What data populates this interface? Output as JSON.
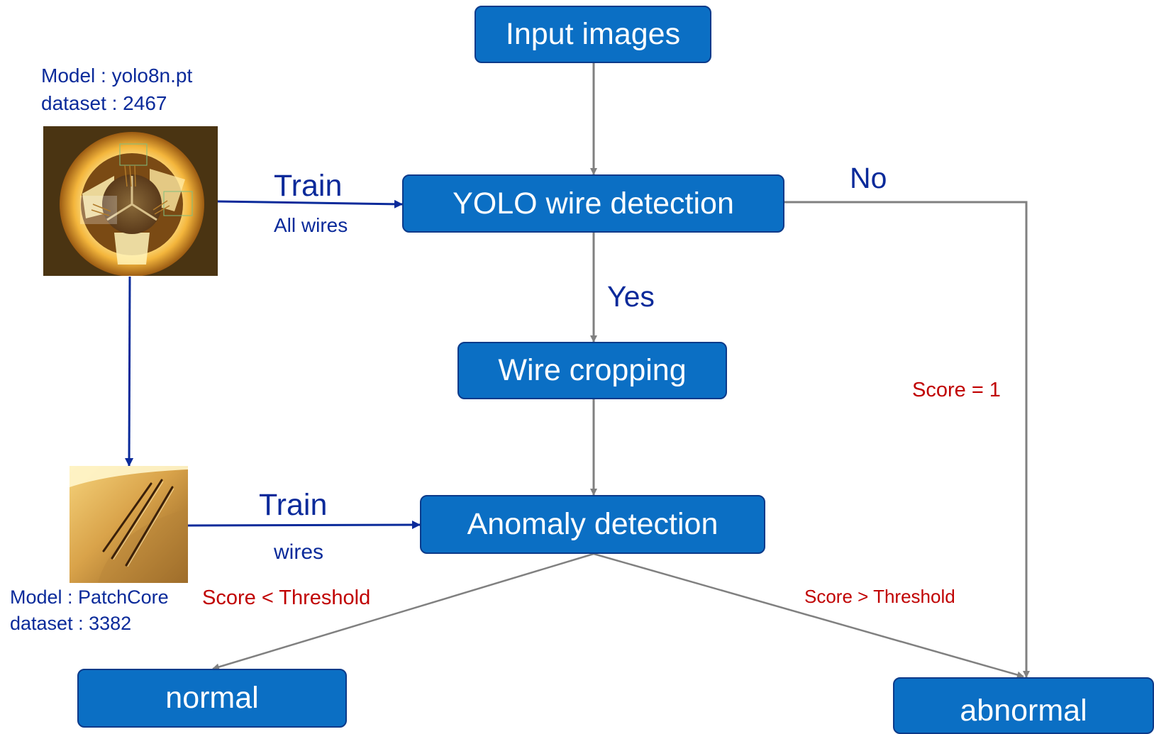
{
  "nodes": {
    "input": "Input images",
    "yolo": "YOLO wire detection",
    "crop": "Wire cropping",
    "anomaly": "Anomaly detection",
    "normal": "normal",
    "abnormal": "abnormal"
  },
  "edge_labels": {
    "no": "No",
    "yes": "Yes",
    "score_one": "Score = 1",
    "below_threshold": "Score < Threshold",
    "above_threshold": "Score > Threshold",
    "train_1": "Train",
    "all_wires": "All wires",
    "train_2": "Train",
    "wires": "wires"
  },
  "models": {
    "yolo_model": "Model : yolo8n.pt",
    "yolo_dataset": "dataset : 2467",
    "patchcore_model": "Model : PatchCore",
    "patchcore_dataset": "dataset : 3382"
  },
  "colors": {
    "box_fill": "#0b6fc4",
    "box_border": "#0b3a8a",
    "flow_arrow": "#808080",
    "train_arrow": "#0a2a9a",
    "label_navy": "#0a2a9a",
    "label_red": "#c00000"
  }
}
